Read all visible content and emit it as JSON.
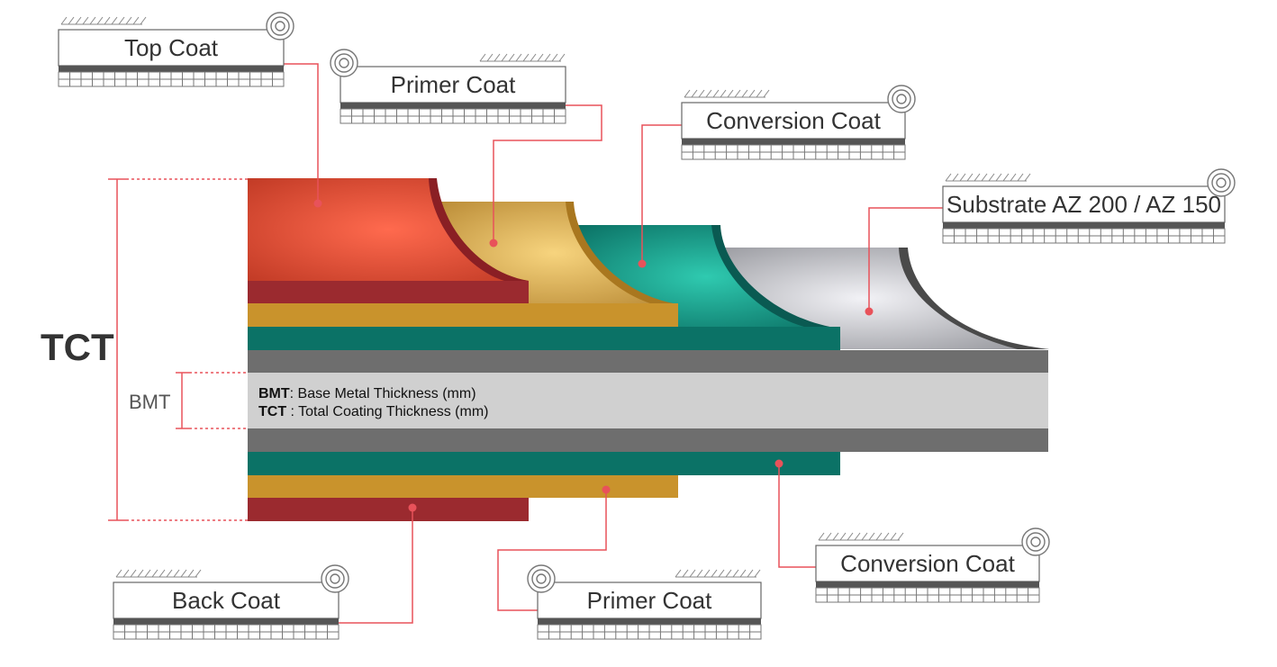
{
  "title_side": "TCT",
  "bmt_side": "BMT",
  "legend": [
    {
      "abbr": "BMT",
      "sep": ": ",
      "text": "Base Metal Thickness (mm)"
    },
    {
      "abbr": "TCT",
      "sep": " : ",
      "text": "Total Coating Thickness (mm)"
    }
  ],
  "labels": {
    "top_coat": "Top Coat",
    "primer_coat_top": "Primer Coat",
    "conversion_coat_top": "Conversion Coat",
    "substrate": "Substrate AZ 200 / AZ 150",
    "back_coat": "Back Coat",
    "primer_coat_bottom": "Primer Coat",
    "conversion_coat_bottom": "Conversion Coat"
  },
  "colors": {
    "top_coat": "#d9472f",
    "top_coat_dark": "#9a2a2e",
    "primer": "#c9932c",
    "primer_light": "#f2c96a",
    "conversion": "#0b7a6e",
    "conversion_light": "#22b9a2",
    "substrate_dark": "#6e6e6e",
    "substrate_light": "#d0d0d0",
    "substrate_sheen": "#d8d8de",
    "leader_line": "#e8525a",
    "label_bar": "#555555"
  }
}
